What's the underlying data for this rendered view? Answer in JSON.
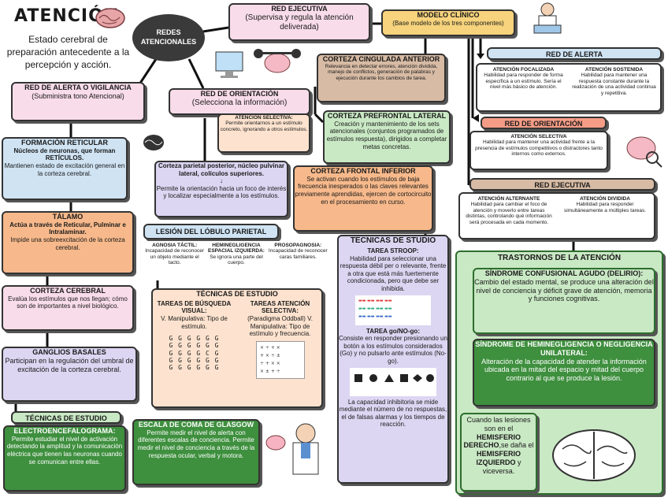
{
  "header": {
    "title": "ATENCIÓN",
    "subtitle": "Estado cerebral de preparación antecedente a la percepción y acción."
  },
  "center_oval": "REDES ATENCIONALES",
  "red_ejecutiva_top": {
    "title": "RED EJECUTIVA",
    "text": "(Supervisa y regula la atención deliverada)"
  },
  "modelo_clinico": {
    "title": "MODELO CLÍNICO",
    "text": "(Base modelo de los tres componentes)"
  },
  "red_alerta_left": {
    "title": "RED DE ALERTA O VIGILANCIA",
    "text": "(Subministra tono Atencional)"
  },
  "red_orientacion_mid": {
    "title": "RED DE ORIENTACIÓN",
    "text": "(Selecciona la información)"
  },
  "atencion_selectiva_mid": {
    "title": "ATENCIÓN SELECTIVA:",
    "text": "Permite orientarnos a un estímulo concreto, ignorando a otros estímulos."
  },
  "corteza_cingulada": {
    "title": "CORTEZA CINGULADA ANTERIOR",
    "text": "Relevancia en detectar errores, atención dividida, manejo de conflictos, generación de palabras y ejecución durante los cambios de tarea."
  },
  "corteza_prefrontal": {
    "title": "CORTEZA PREFRONTAL LATERAL",
    "text": "Creación y mantenimiento de los sets atencionales (conjuntos programados de estímulos respuesta), dirigidos a completar metas concretas."
  },
  "corteza_frontal_inferior": {
    "title": "CORTEZA FRONTAL INFERIOR",
    "text": "Se activan cuando los estímulos de baja frecuencia inesperados o las claves relevantes previamente aprendidas, ejercen de cortocircuito en el procesamiento en curso."
  },
  "formacion_reticular": {
    "title": "FORMACIÓN RETICULAR",
    "bold": "Núcleos de neuronas, que forman RETÍCULOS.",
    "text": "Mantienen estado de excitación general en la corteza cerebral."
  },
  "corteza_parietal": {
    "bold": "Corteza parietal posterior, núcleo pulvinar lateral, colículos superiores.",
    "arrow": "↓",
    "text": "Permite la orientación hacia un foco de interés y localizar especialmente a los estímulos."
  },
  "talamo": {
    "title": "TÁLAMO",
    "bold": "Actúa a través de Reticular, Pulminar e Intralaminar.",
    "text": "Impide una sobreexcitación de la corteza cerebral."
  },
  "lesion_parietal": {
    "title": "LESIÓN DEL LÓBULO PARIETAL",
    "items": [
      {
        "title": "AGNOSIA TÁCTIL:",
        "text": "Incapacidad de reconocer un objeto mediante el tacto."
      },
      {
        "title": "HEMINEGLIGENCIA ESPACIAL IZQUIERDA:",
        "text": "Se ignora una parte del cuerpo."
      },
      {
        "title": "PROSOPAGNOSIA:",
        "text": "Incapacidad de reconocer caras familiares."
      }
    ]
  },
  "corteza_cerebral": {
    "title": "CORTEZA CEREBRAL",
    "text": "Evalúa los estímulos que nos llegan; cómo son de importantes a nivel biológico."
  },
  "tecnicas_mid": {
    "title": "TÉCNICAS DE ESTUDIO",
    "col1_title": "TAREAS DE BÚSQUEDA VISUAL:",
    "col1_text": "V. Manipulativa: Tipo de estímulo.",
    "col2_title": "TAREAS ATENCIÓN SELECTIVA:",
    "col2_text": "(Paradigma Oddball) V. Manipulativa: Tipo de estímulo y frecuencia.",
    "grid_rows": [
      "G G G G G G",
      "G G G G G G",
      "G G G G C G",
      "G G G G G G",
      "G G G G G G"
    ]
  },
  "ganglios_basales": {
    "title": "GANGLIOS BASALES",
    "text": "Participan en la regulación del umbral de excitación de la corteza cerebral."
  },
  "tecnicas_bottom": {
    "title": "TÉCNICAS DE ESTUDIO",
    "subtitle": "ELECTROENCEFALOGRAMA:",
    "text": "Permite estudiar el nivel de activación detectando la amplitud y la comunicación eléctrica que tienen las neuronas cuando se comunican entre ellas."
  },
  "escala_glasgow": {
    "title": "ESCALA DE COMA DE GLASGOW",
    "text": "Permite medir el nivel de alerta con diferentes escalas de conciencia. Permite medir el nivel de conciencia a través de la respuesta ocular, verbal y motora."
  },
  "tecnicas_studio": {
    "title": "TÉCNICAS DE STUDIO",
    "stroop_title": "TAREA STROOP:",
    "stroop_text": "Habilidad para seleccionar una respuesta débil per o relevante, frente a otra que está más fuertemente condicionada, pero que debe ser inhibida.",
    "gonogo_title": "TAREA go/NO-go:",
    "gonogo_text": "Consiste en responder presionando un botón a los estímulos considerados (Go) y no pulsarlo ante estímulos (No-go).",
    "bottom_text": "La capacidad inhibitoria se mide mediante el número de no respuestas, el de falsas alarmas y los tiempos de reacción."
  },
  "red_alerta_right": {
    "title": "RED DE ALERTA",
    "col1_title": "ATENCIÓN FOCALIZADA",
    "col1_text": "Habilidad para responder de forma específica a un estímulo. Sería el nivel más básico de atención.",
    "col2_title": "ATENCIÓN SOSTENIDA",
    "col2_text": "Habilidad para mantener una respuesta constante durante la realización de una actividad continua y repetitiva."
  },
  "red_orientacion_right": {
    "title": "RED DE ORIENTACIÓN",
    "subtitle": "ATENCIÓN SELECTIVA",
    "text": "Habilidad para mantener una actividad frente a la presencia de estímulos competitivos o distractores tanto internos como externos."
  },
  "red_ejecutiva_right": {
    "title": "RED EJECUTIVA",
    "col1_title": "ATENCIÓN ALTERNANTE",
    "col1_text": "Habilidad para cambiar el foco de atención y moverlo entre tareas distintas, controlando qué información será procesada en cada momento.",
    "col2_title": "ATENCIÓN DIVIDIDA",
    "col2_text": "Habilidad para responder simultáneamente a múltiples tareas."
  },
  "trastornos": {
    "title": "TRASTORNOS DE LA ATENCIÓN",
    "s1_title": "SÍNDROME CONFUSIONAL AGUDO (DELIRIO):",
    "s1_text": "Cambio del estado mental, se produce una alteración del nivel de conciencia y déficit grave de atención, memoria y funciones cognitivas.",
    "s2_title": "SÍNDROME DE HEMINEGLIGENCIA O NEGLIGENCIA UNILATERAL:",
    "s2_text": "Alteración de la capacidad de atender la información ubicada en la mitad del espacio y mitad del cuerpo contrario al que se produce la lesión.",
    "lesion_pre": "Cuando las lesiones son en el",
    "lesion_b1": "HEMISFERIO DERECHO",
    "lesion_mid": ",se daña el",
    "lesion_b2": "HEMISFERIO IZQUIERDO",
    "lesion_post": "y viceversa."
  },
  "colors": {
    "dark_green": "#3e8f3e",
    "pink": "#f8dce9",
    "blue": "#cfe3f3",
    "orange": "#f7b98b"
  }
}
